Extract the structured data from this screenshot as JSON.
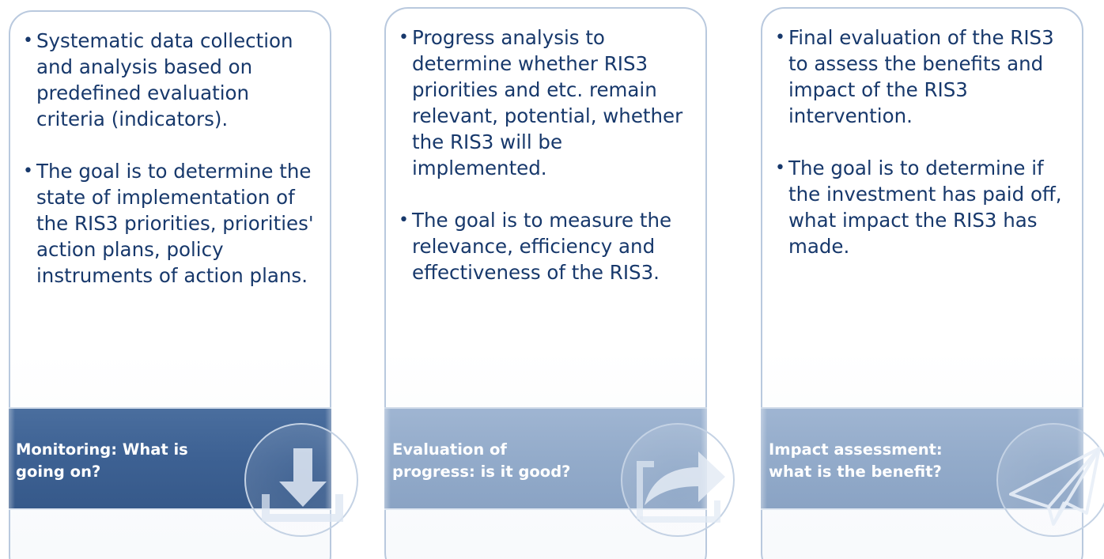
{
  "columns": [
    {
      "bullets": [
        "Systematic data collection and analysis based on predefined evaluation criteria (indicators).",
        "The goal is to determine the state of implementation of the RIS3 priorities, priorities' action plans, policy instruments of action plans."
      ],
      "title": "Monitoring: What is going on?",
      "icon": "download-arrow-icon"
    },
    {
      "bullets": [
        "Progress analysis to determine whether RIS3 priorities and etc. remain relevant, potential, whether the RIS3 will be implemented.",
        "The goal is to measure the relevance, efficiency and effectiveness of the RIS3."
      ],
      "title": "Evaluation of progress: is it good?",
      "icon": "share-arrow-icon"
    },
    {
      "bullets": [
        "Final evaluation of the RIS3 to assess the benefits and impact of the RIS3 intervention.",
        "The goal is to determine if the investment has paid off, what impact the RIS3 has made."
      ],
      "title": "Impact assessment: what is the benefit?",
      "icon": "paper-plane-icon"
    }
  ],
  "colors": {
    "text": "#17386b",
    "band_dark": "#3d6193",
    "band_light": "#93abca",
    "card_border": "#b9c9de"
  }
}
